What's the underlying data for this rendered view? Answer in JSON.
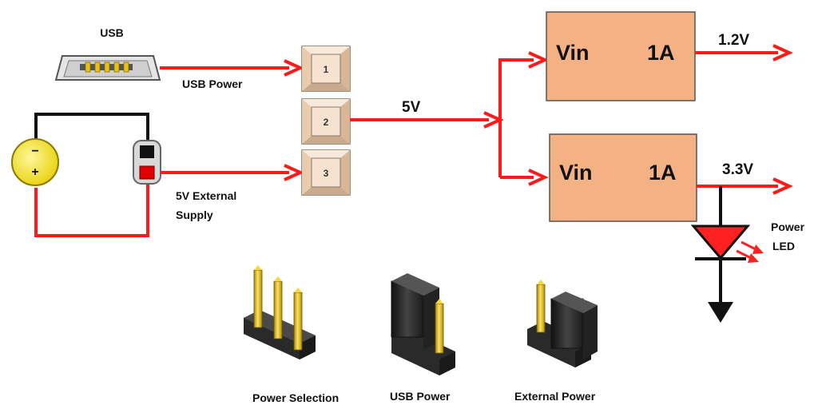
{
  "labels": {
    "usb": "USB",
    "usb_power": "USB Power",
    "ext_supply_line1": "5V External",
    "ext_supply_line2": "Supply",
    "five_v": "5V",
    "pin1": "1",
    "pin2": "2",
    "pin3": "3",
    "out_1v2": "1.2V",
    "out_3v3": "3.3V",
    "power_led_line1": "Power",
    "power_led_line2": "LED"
  },
  "regulators": [
    {
      "vin": "Vin",
      "current": "1A"
    },
    {
      "vin": "Vin",
      "current": "1A"
    }
  ],
  "jumpers": {
    "power_selection": "Power Selection",
    "usb_power": "USB Power",
    "external_power": "External Power"
  },
  "battery": {
    "minus": "−",
    "plus": "+"
  },
  "colors": {
    "wire_red": "#ff1a1a",
    "regulator_fill": "#f4b183",
    "pin_gold": "#e8c21a",
    "led_red": "#ff2020",
    "battery_yellow": "#f5e400",
    "jumper_black": "#2a2a2a"
  }
}
